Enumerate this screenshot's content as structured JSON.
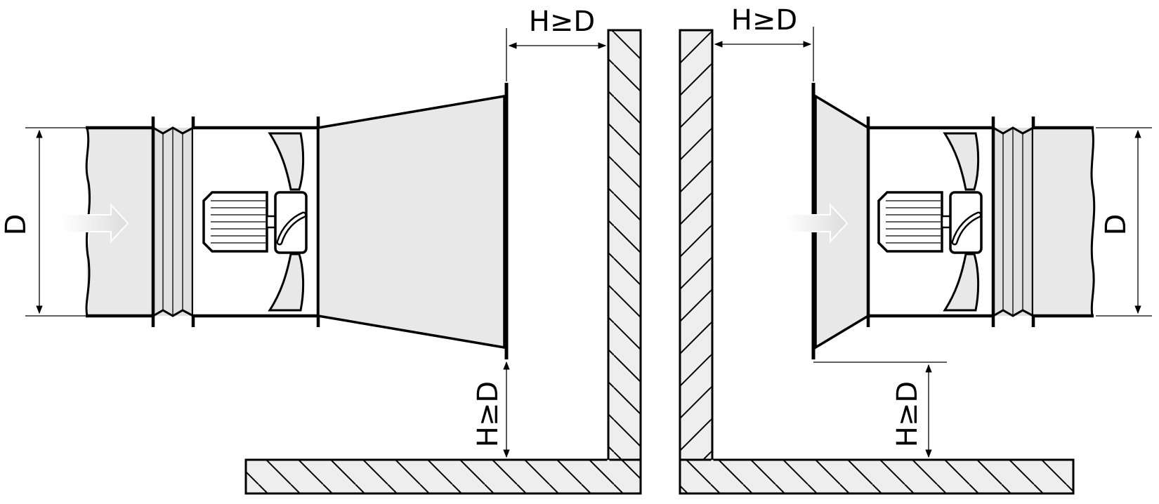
{
  "labels": {
    "gap_horizontal_left": "H≥D",
    "gap_horizontal_right": "H≥D",
    "gap_vertical_left": "H≥D",
    "gap_vertical_right": "H≥D",
    "duct_diameter_left": "D",
    "duct_diameter_right": "D"
  },
  "colors": {
    "duct_fill": "#e8e8e8",
    "wall_fill": "#eeeeee",
    "line": "#000000",
    "arrow_fill": "#eeeeee"
  },
  "icons": [
    "fan-motor-icon",
    "fan-blade-icon",
    "airflow-arrow-icon"
  ]
}
